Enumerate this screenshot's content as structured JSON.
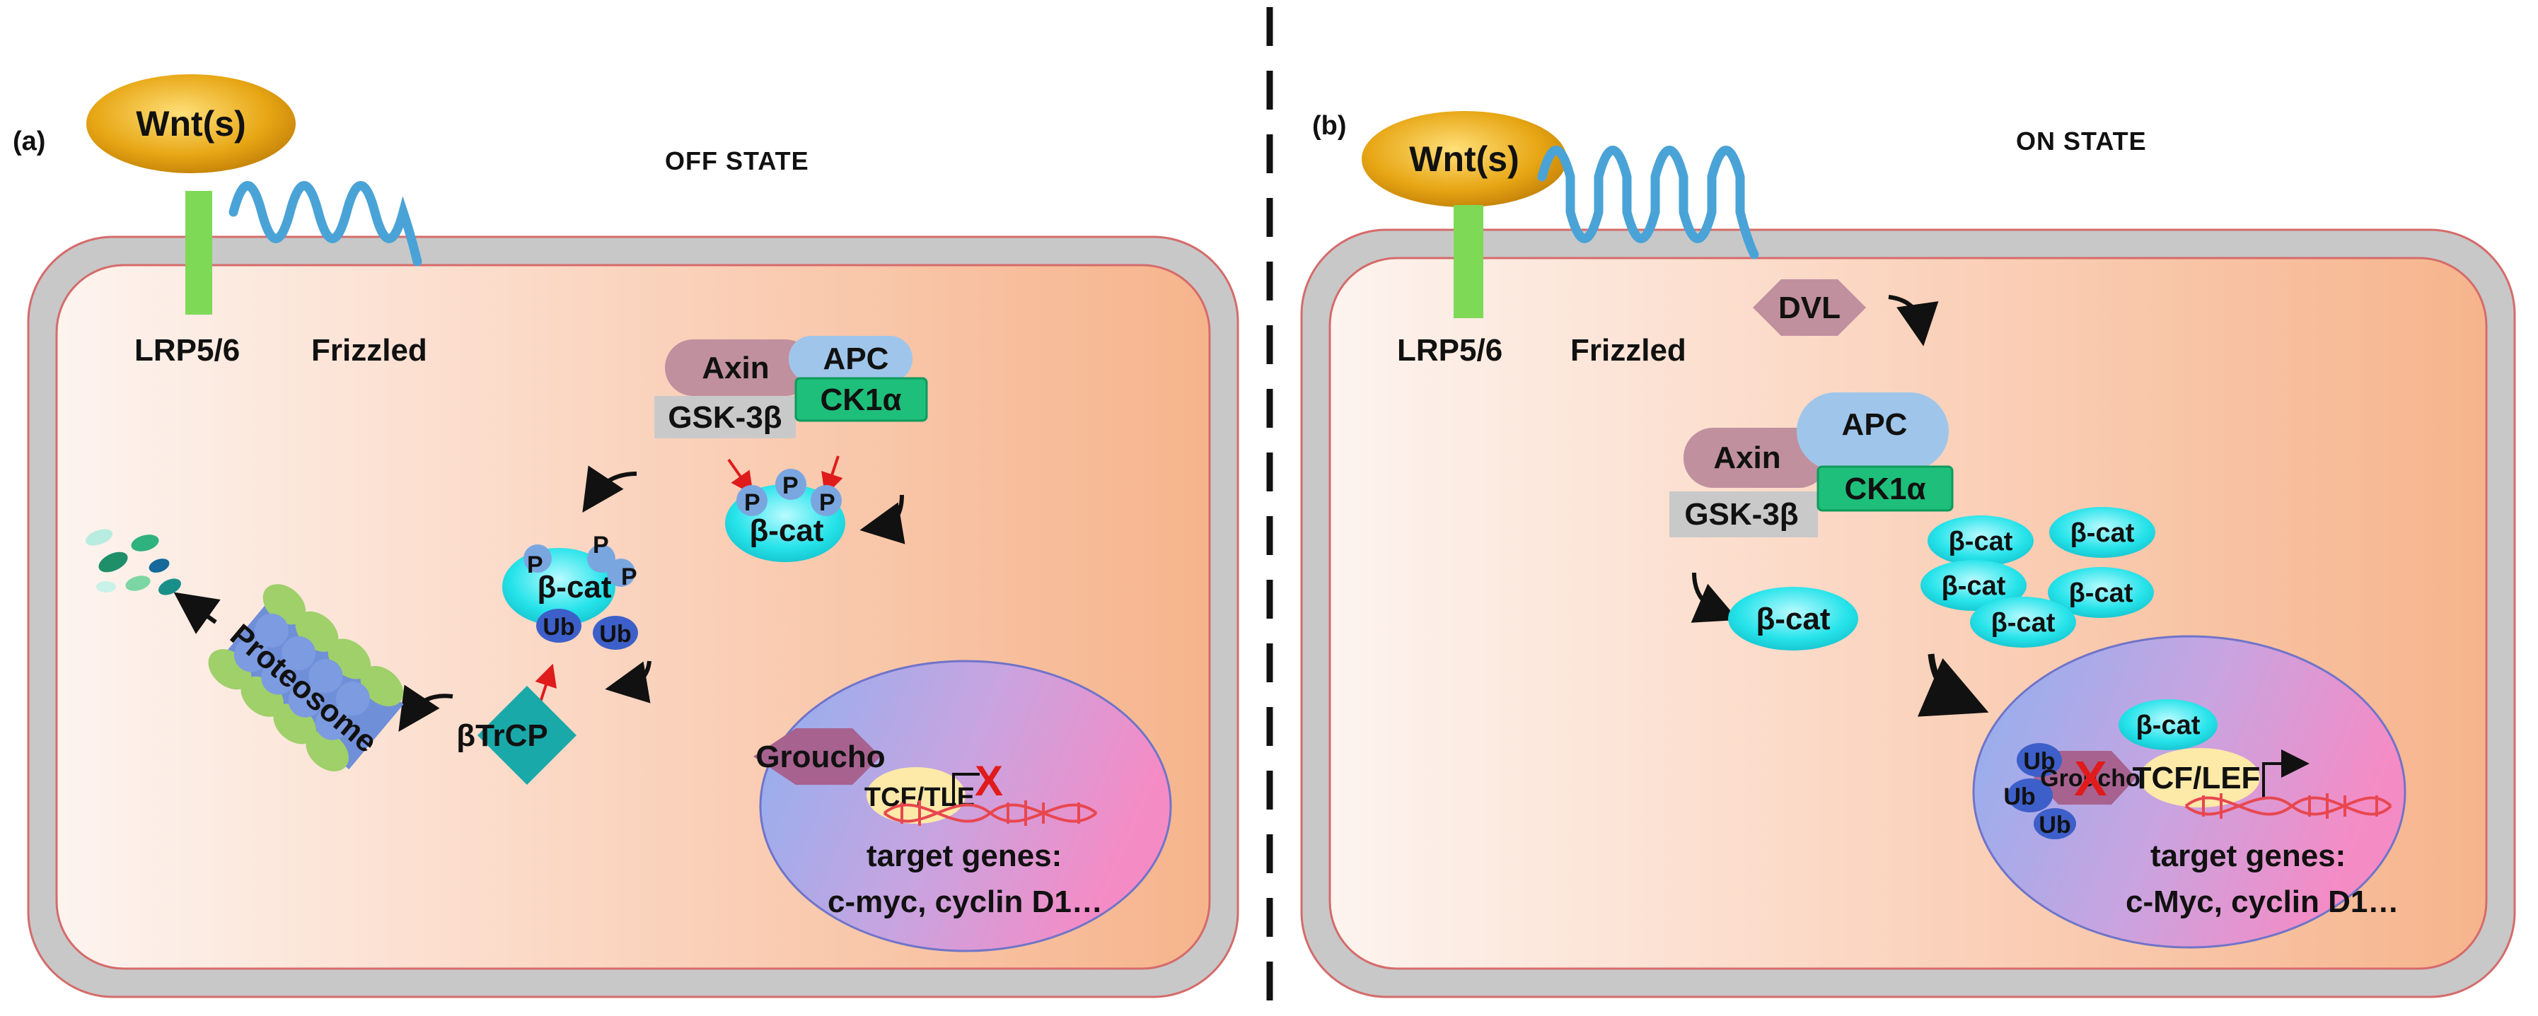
{
  "panels": [
    {
      "id": "a",
      "panel_label": "(a)",
      "state_title": "OFF STATE",
      "ligand": "Wnt(s)",
      "coreceptor": "LRP5/6",
      "receptor": "Frizzled",
      "complex": {
        "axin": "Axin",
        "apc": "APC",
        "gsk": "GSK-3β",
        "ck1": "CK1α"
      },
      "phospho_cat": {
        "label": "β-cat",
        "p": "P"
      },
      "ubiquitinated_cat": {
        "label": "β-cat",
        "p": "P",
        "ub": "Ub"
      },
      "ligase": "βTrCP",
      "proteasome": "Proteosome",
      "nucleus": {
        "repressor": "Groucho",
        "tf": "TCF/TLE",
        "blocked_mark": "X",
        "target_genes_label": "target genes:",
        "target_genes": "c-myc, cyclin D1…"
      }
    },
    {
      "id": "b",
      "panel_label": "(b)",
      "state_title": "ON STATE",
      "ligand": "Wnt(s)",
      "coreceptor": "LRP5/6",
      "receptor": "Frizzled",
      "dvl": "DVL",
      "complex": {
        "axin": "Axin",
        "apc": "APC",
        "gsk": "GSK-3β",
        "ck1": "CK1α"
      },
      "free_cat": "β-cat",
      "cat_cluster": [
        "β-cat",
        "β-cat",
        "β-cat",
        "β-cat",
        "β-cat"
      ],
      "nucleus": {
        "cat": "β-cat",
        "repressor": "Groucho",
        "ub": "Ub",
        "blocked_mark": "X",
        "tf": "TCF/LEF",
        "target_genes_label": "target genes:",
        "target_genes": "c-Myc, cyclin  D1…"
      }
    }
  ],
  "colors": {
    "membrane": "#c9c9c9",
    "membrane_outline": "#d86a6a",
    "cytoplasm_light": "#fdf1ec",
    "cytoplasm_dark": "#f7b894",
    "wnt_gold": "#e3a20f",
    "lrp_green": "#7ed957",
    "frizzled_blue": "#4aa3d6",
    "axin_mauve": "#c0909f",
    "apc_blue": "#9fc6ea",
    "ck1_green": "#1ebf7a",
    "gsk_grey": "#c9c9c9",
    "bcat_cyan": "#20e6ea",
    "phospho_blue": "#7aa6e0",
    "ub_blue": "#3d5fc9",
    "btrcp_teal": "#1aa9a9",
    "proteasome_blue": "#6f8fd8",
    "proteasome_green": "#9fd06a",
    "groucho_purple": "#a7628f",
    "tcf_yellow": "#fde9a8",
    "nucleus_blue": "#9fb4ea",
    "nucleus_pink": "#f08cc6",
    "dna_red": "#e8474f",
    "block_red": "#e01b1b",
    "divider": "#111111"
  }
}
